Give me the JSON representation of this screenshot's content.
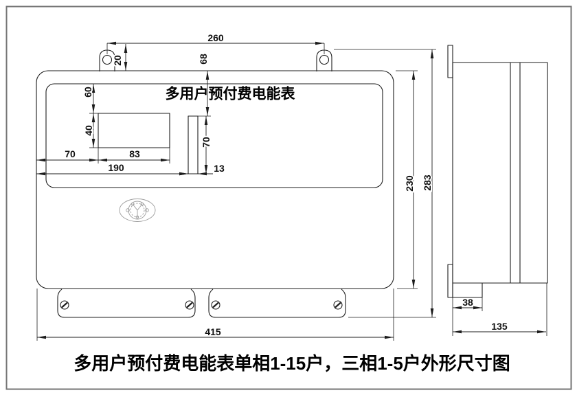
{
  "front": {
    "panel_title": "多用户预付费电能表"
  },
  "caption": "多用户预付费电能表单相1-15户，三相1-5户外形尺寸图",
  "dimensions": {
    "mounting_hole_span": "260",
    "ear_height": "20",
    "display_offset_top": "68",
    "panel_to_window": "60",
    "window_height": "40",
    "window_offset_left": "70",
    "window_width": "83",
    "slot_offset_left": "190",
    "slot_width": "13",
    "slot_height": "70",
    "body_height": "230",
    "overall_height": "283",
    "overall_width": "415",
    "terminal_cover_depth": "38",
    "overall_depth": "135"
  },
  "colors": {
    "line": "#1c1c1c",
    "seal": "#9c9c9c",
    "frame": "#757575"
  }
}
